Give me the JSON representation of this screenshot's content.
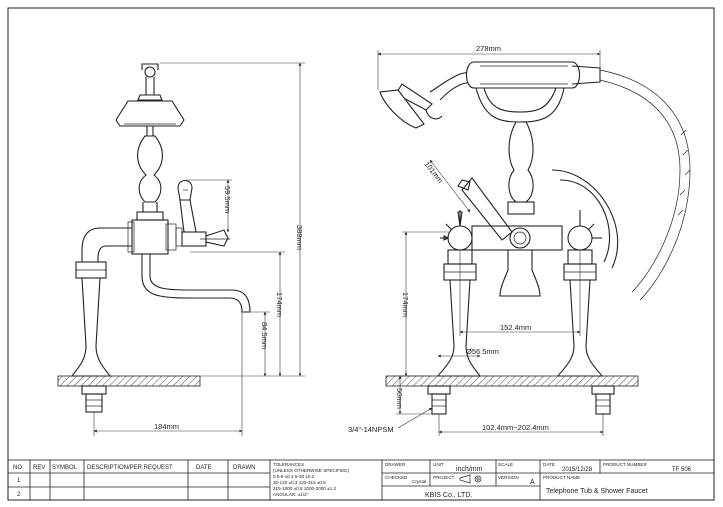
{
  "dimensions": {
    "total_width": "278mm",
    "handle_length": "101mm",
    "height_top": "388mm",
    "valve_height": "59.5mm",
    "spout_height": "174mm",
    "spout_outlet": "84.5mm",
    "reach": "184mm",
    "body_height": "174mm",
    "center_spacing": "152.4mm",
    "base_diameter": "Ø56.5mm",
    "shank_length": "50mm",
    "thread": "3/4\"-14NPSM",
    "spread_range": "102.4mm~202.4mm"
  },
  "title_block": {
    "headers": {
      "no": "NO",
      "rev": "REV",
      "symbol": "SYMBOL",
      "description": "DESCRIPTION/PER REQUEST",
      "date": "DATE",
      "drawn": "DRAWN"
    },
    "rows": [
      "1",
      "2"
    ],
    "tolerances_title": "TOLERANCES",
    "tolerances_subtitle": "(UNLESS OTHERWISE SPECIFIED)",
    "tolerances_lines": [
      "0.5-6    ±0.1      6-30    ±0.2",
      "30-120   ±0.3    120-315   ±0.5",
      "315-1000 ±0.8   1000-2000  ±1.2"
    ],
    "angular": "ANGULAR: ±1/2°",
    "drawer_label": "DRAWER",
    "checked_label": "CHECKED",
    "checked_value": "Crystal",
    "project_label": "PROJECT",
    "unit_label": "UNIT",
    "unit_value": "inch/mm",
    "scale_label": "SCALE",
    "version_label": "VERSION",
    "version_value": "A",
    "company": "KBIS Co., LTD.",
    "date_label": "DATE",
    "date_value": "2015/12/28",
    "product_number_label": "PRODUCT NUMBER",
    "product_number_value": "TF 506",
    "product_name_label": "PRODUCT NAME",
    "product_name_value": "Telephone Tub & Shower Faucet"
  }
}
